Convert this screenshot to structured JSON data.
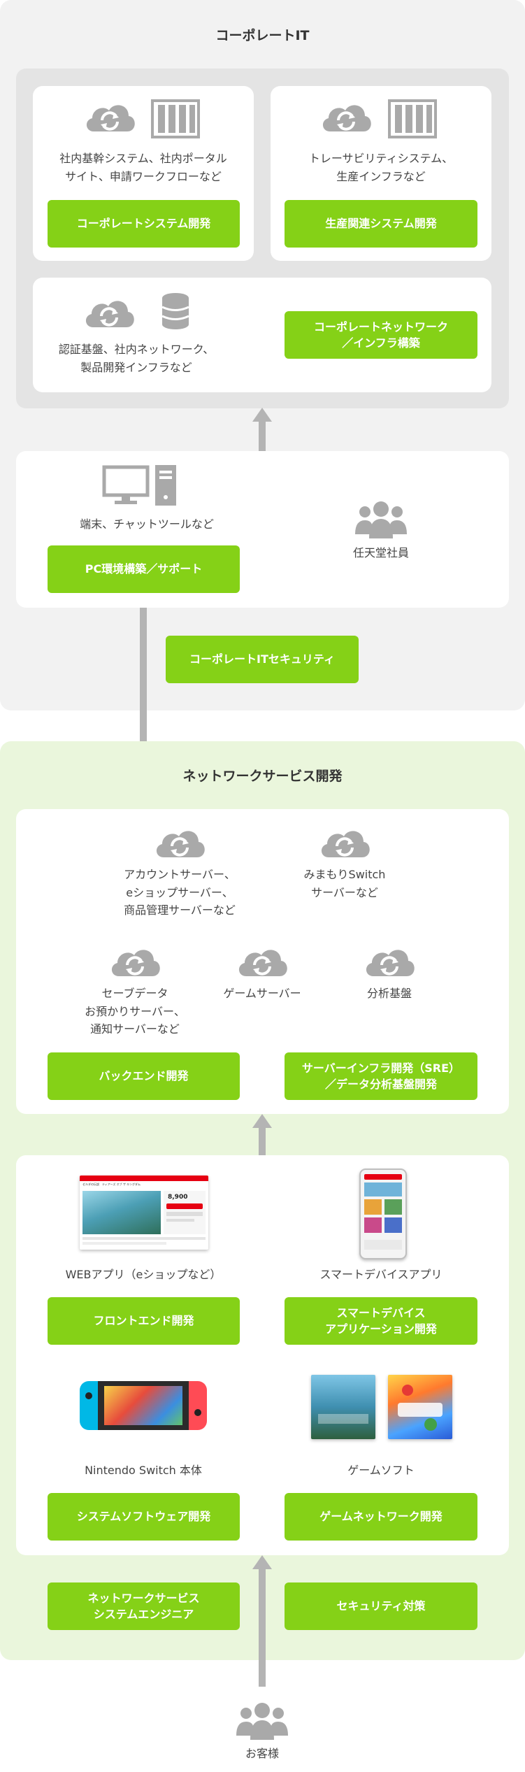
{
  "corporate": {
    "title": "コーポレートIT",
    "card1": {
      "text": "社内基幹システム、社内ポータル\nサイト、申請ワークフローなど",
      "button": "コーポレートシステム開発"
    },
    "card2": {
      "text": "トレーサビリティシステム、\n生産インフラなど",
      "button": "生産関連システム開発"
    },
    "card3": {
      "text": "認証基盤、社内ネットワーク、\n製品開発インフラなど",
      "button": "コーポレートネットワーク\n／インフラ構築"
    },
    "pc": {
      "text": "端末、チャットツールなど",
      "button": "PC環境構築／サポート"
    },
    "employees": "任天堂社員",
    "security_button": "コーポレートITセキュリティ"
  },
  "network": {
    "title": "ネットワークサービス開発",
    "servers": [
      {
        "text": "アカウントサーバー、\neショップサーバー、\n商品管理サーバーなど"
      },
      {
        "text": "みまもりSwitch\nサーバーなど"
      },
      {
        "text": "セーブデータ\nお預かりサーバー、\n通知サーバーなど"
      },
      {
        "text": "ゲームサーバー"
      },
      {
        "text": "分析基盤"
      }
    ],
    "backend_button": "バックエンド開発",
    "infra_button": "サーバーインフラ開発（SRE）\n／データ分析基盤開発",
    "web": {
      "text": "WEBアプリ（eショップなど）",
      "button": "フロントエンド開発",
      "shot_heading": "ゼルダの伝説　ティアーズ オブ ザ キングダム",
      "shot_price": "8,900"
    },
    "smart": {
      "text": "スマートデバイスアプリ",
      "button": "スマートデバイス\nアプリケーション開発"
    },
    "switch": {
      "text": "Nintendo Switch 本体",
      "button": "システムソフトウェア開発"
    },
    "games": {
      "text": "ゲームソフト",
      "button": "ゲームネットワーク開発"
    },
    "engineer_button": "ネットワークサービス\nシステムエンジニア",
    "security_button": "セキュリティ対策"
  },
  "customers": "お客様",
  "colors": {
    "accent": "#85d117",
    "icon_gray": "#a9a9a9",
    "arrow": "#b4b4b4"
  }
}
